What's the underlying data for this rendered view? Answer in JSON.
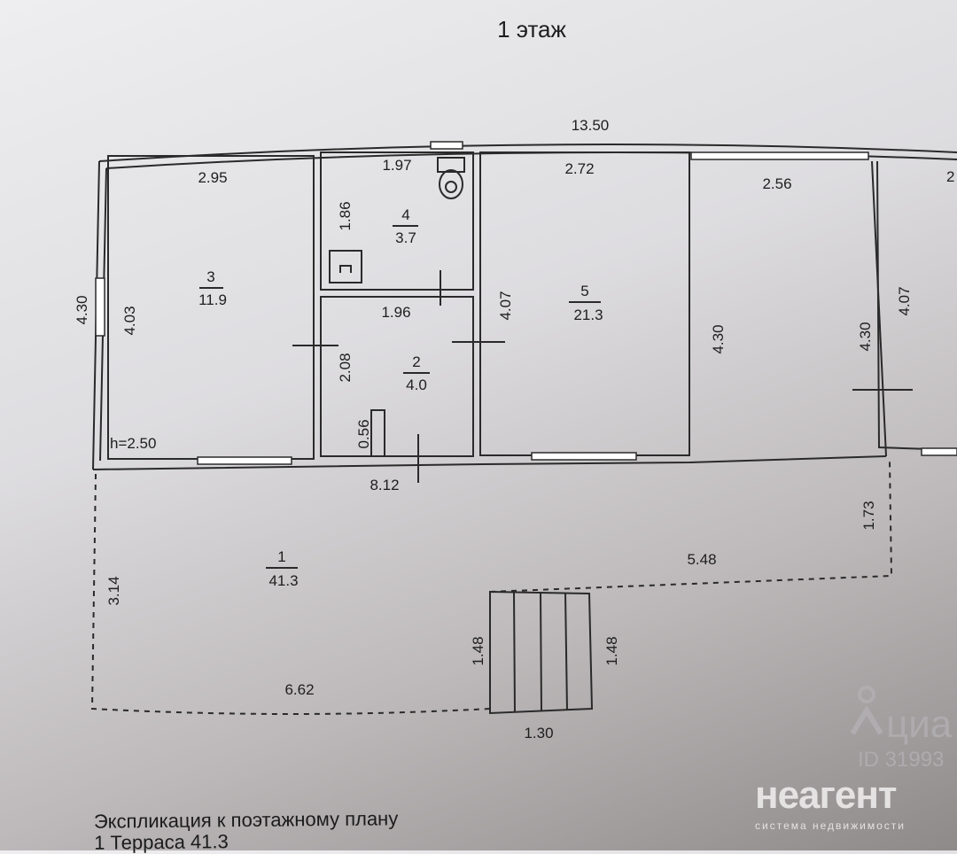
{
  "title": "1 этаж",
  "overall_width": "13.50",
  "rooms": [
    {
      "number": "1",
      "area": "41.3"
    },
    {
      "number": "2",
      "area": "4.0"
    },
    {
      "number": "3",
      "area": "11.9"
    },
    {
      "number": "4",
      "area": "3.7"
    },
    {
      "number": "5",
      "area": "21.3"
    }
  ],
  "dimensions": {
    "r3_top": "2.95",
    "r3_left_outer": "4.30",
    "r3_left": "4.03",
    "height": "h=2.50",
    "r4_top": "1.97",
    "r4_left": "1.86",
    "r2_top": "1.96",
    "r2_left": "2.08",
    "r2_door": "0.56",
    "r5_top": "2.72",
    "r5_left": "4.07",
    "r5_right": "4.30",
    "corr_top": "2.56",
    "corr_right": "4.30",
    "right_room_top": "2",
    "right_room_left": "4.07",
    "front": "8.12",
    "ter_left": "3.14",
    "ter_bottom": "6.62",
    "ter_right": "1.73",
    "ter_top": "5.48",
    "stair_left": "1.48",
    "stair_right": "1.48",
    "stair_bottom": "1.30"
  },
  "explication": {
    "heading": "Экспликация к поэтажному плану",
    "line1": "1 Терраса 41.3"
  },
  "watermarks": {
    "cian": "циа",
    "cian_id": "ID 31993",
    "neagent": "неагент",
    "neagent_sub": "система недвижимости"
  }
}
